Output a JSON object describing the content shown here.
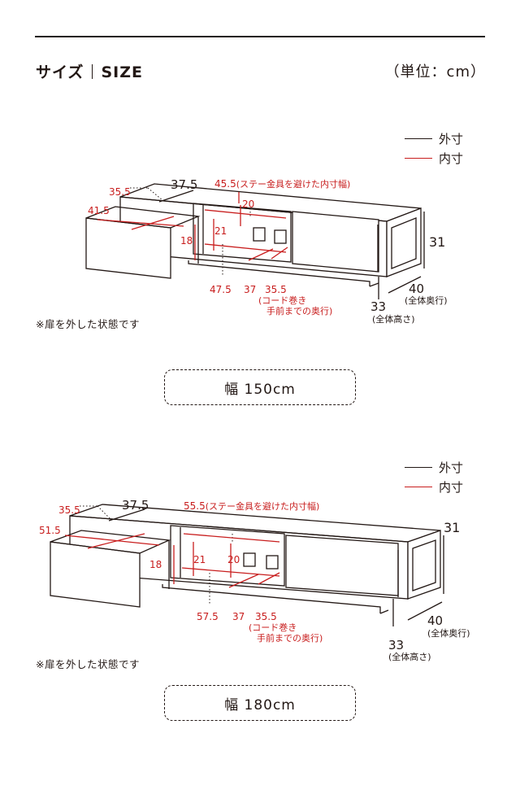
{
  "header": {
    "title_jp": "サイズ",
    "title_en": "SIZE",
    "unit": "（単位：cm）"
  },
  "legend": {
    "outer": "外寸",
    "inner": "内寸"
  },
  "colors": {
    "outer_line": "#231815",
    "inner_line": "#c81e1e"
  },
  "figures": [
    {
      "dims": {
        "top_depth": "37.5",
        "left_a": "35.5",
        "left_b": "41.5",
        "drawer_h": "18",
        "inner_w": "45.5",
        "inner_w_note": "(ステー金具を避けた内寸幅)",
        "inner_h": "20",
        "inner_h2": "21",
        "bottom_w": "47.5",
        "bottom_d": "37",
        "cord_d": "35.5",
        "cord_note1": "(コード巻き",
        "cord_note2": "手前までの奥行)",
        "height": "31",
        "depth": "40",
        "depth_note": "(全体奥行)",
        "total_h": "33",
        "total_h_note": "(全体高さ)"
      },
      "note": "※扉を外した状態です",
      "width_label": "幅 150cm"
    },
    {
      "dims": {
        "top_depth": "37.5",
        "left_a": "35.5",
        "left_b": "51.5",
        "drawer_h": "18",
        "inner_w": "55.5",
        "inner_w_note": "(ステー金具を避けた内寸幅)",
        "inner_h": "20",
        "inner_h2": "21",
        "bottom_w": "57.5",
        "bottom_d": "37",
        "cord_d": "35.5",
        "cord_note1": "(コード巻き",
        "cord_note2": "手前までの奥行)",
        "height": "31",
        "depth": "40",
        "depth_note": "(全体奥行)",
        "total_h": "33",
        "total_h_note": "(全体高さ)"
      },
      "note": "※扉を外した状態です",
      "width_label": "幅 180cm"
    }
  ]
}
